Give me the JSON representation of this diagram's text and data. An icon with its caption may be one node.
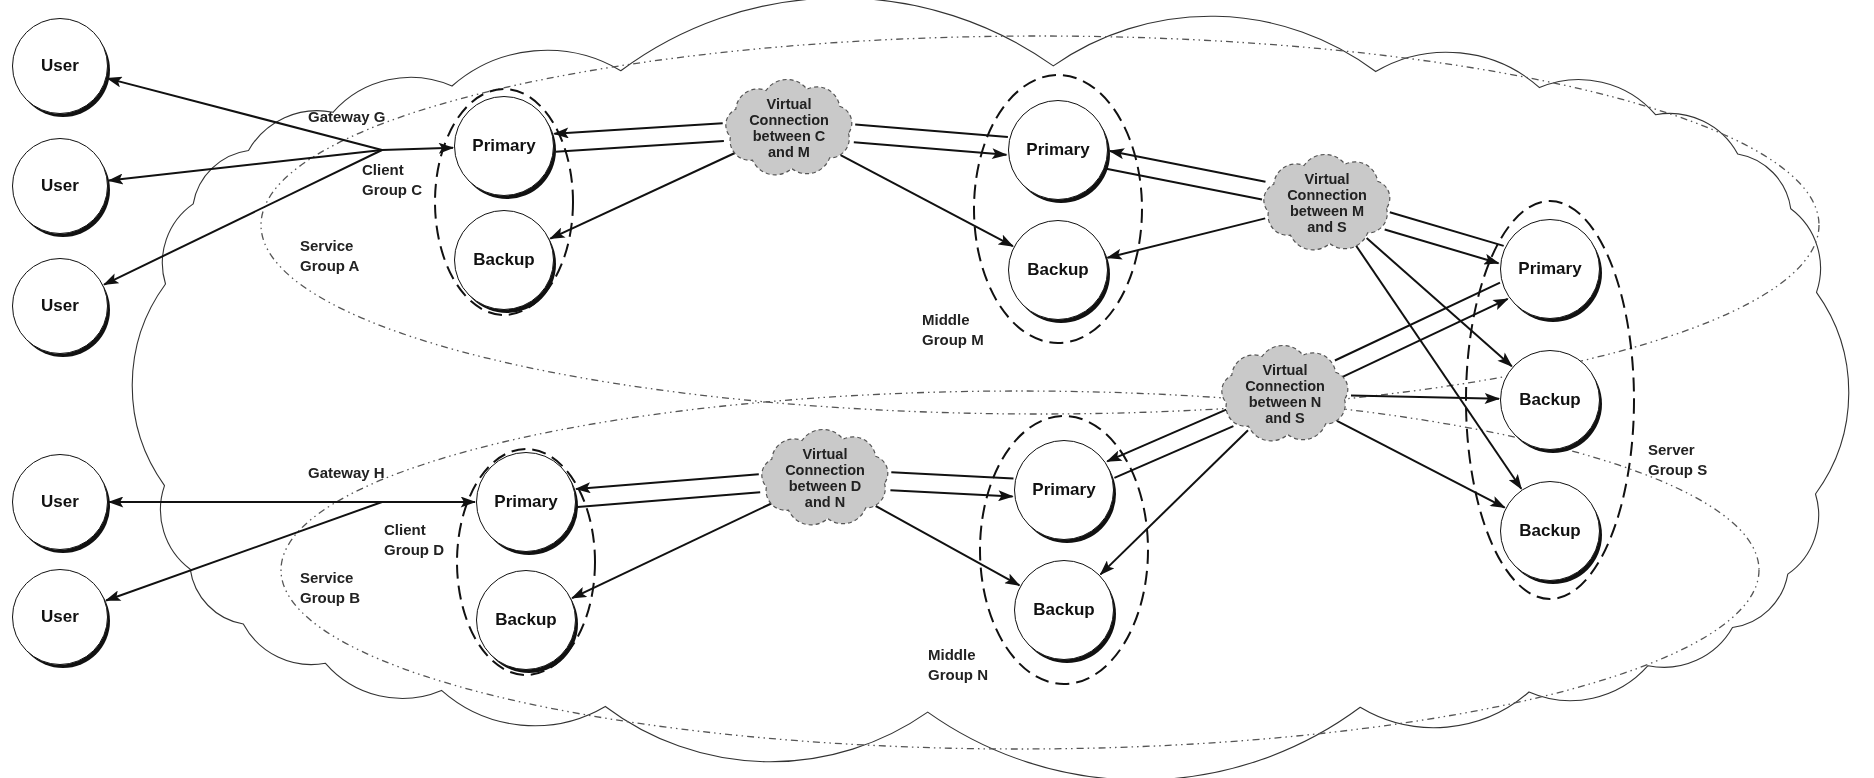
{
  "diagram": {
    "nodes": [
      {
        "text": [
          "User"
        ]
      },
      {
        "text": [
          "User"
        ]
      },
      {
        "text": [
          "User"
        ]
      },
      {
        "text": [
          "User"
        ]
      },
      {
        "text": [
          "User"
        ]
      },
      {
        "text": [
          "Service Group A"
        ]
      },
      {
        "text": [
          "Client Group C"
        ],
        "in": 5
      },
      {
        "text": [
          "Primary"
        ],
        "in": 6
      },
      {
        "text": [
          "Backup"
        ],
        "in": 6
      },
      {
        "text": [
          "Virtual Connection between C and M"
        ],
        "in": 5
      },
      {
        "text": [
          "Middle Group M"
        ],
        "in": 5
      },
      {
        "text": [
          "Primary"
        ],
        "in": 10
      },
      {
        "text": [
          "Backup"
        ],
        "in": 10
      },
      {
        "text": [
          "Virtual Connection between M and S"
        ],
        "in": 5
      },
      {
        "text": [
          "Service Group B"
        ]
      },
      {
        "text": [
          "Client Group D"
        ],
        "in": 14
      },
      {
        "text": [
          "Primary"
        ],
        "in": 15
      },
      {
        "text": [
          "Backup"
        ],
        "in": 15
      },
      {
        "text": [
          "Virtual Connection between D and N"
        ],
        "in": 14
      },
      {
        "text": [
          "Middle Group N"
        ],
        "in": 14
      },
      {
        "text": [
          "Primary"
        ],
        "in": 19
      },
      {
        "text": [
          "Backup"
        ],
        "in": 19
      },
      {
        "text": [
          "Virtual Connection between N and S"
        ]
      },
      {
        "text": [
          "Server Group S"
        ]
      },
      {
        "text": [
          "Primary"
        ]
      },
      {
        "text": [
          "Backup"
        ],
        "in": 23
      },
      {
        "text": [
          "Backup"
        ]
      },
      {
        "text": [
          "Gateway G"
        ]
      },
      {
        "text": [
          "Gateway H"
        ]
      }
    ],
    "edges": [
      {
        "from": 27,
        "to": 0,
        "arrow": "to"
      },
      {
        "from": 27,
        "to": 1,
        "arrow": "to"
      },
      {
        "from": 27,
        "to": 2,
        "arrow": "to"
      },
      {
        "from": 27,
        "to": 7,
        "arrow": "to"
      },
      {
        "from": 28,
        "to": 3,
        "arrow": "to"
      },
      {
        "from": 28,
        "to": 4,
        "arrow": "to"
      },
      {
        "from": 28,
        "to": 16,
        "arrow": "to"
      },
      {
        "from": 11,
        "to": 9,
        "arrow": "none"
      },
      {
        "from": 9,
        "to": 7,
        "arrow": "to"
      },
      {
        "from": 9,
        "to": 8,
        "arrow": "to"
      },
      {
        "from": 7,
        "to": 9,
        "arrow": "none"
      },
      {
        "from": 9,
        "to": 11,
        "arrow": "to"
      },
      {
        "from": 9,
        "to": 12,
        "arrow": "to"
      },
      {
        "from": 13,
        "to": 11,
        "arrow": "to"
      },
      {
        "from": 13,
        "to": 12,
        "arrow": "to"
      },
      {
        "from": 11,
        "to": 13,
        "arrow": "none"
      },
      {
        "from": 24,
        "to": 13,
        "arrow": "none"
      },
      {
        "from": 13,
        "to": 24,
        "arrow": "to"
      },
      {
        "from": 13,
        "to": 25,
        "arrow": "to"
      },
      {
        "from": 13,
        "to": 26,
        "arrow": "to"
      },
      {
        "from": 18,
        "to": 16,
        "arrow": "to"
      },
      {
        "from": 18,
        "to": 17,
        "arrow": "to"
      },
      {
        "from": 16,
        "to": 18,
        "arrow": "none"
      },
      {
        "from": 20,
        "to": 18,
        "arrow": "none"
      },
      {
        "from": 18,
        "to": 20,
        "arrow": "to"
      },
      {
        "from": 18,
        "to": 21,
        "arrow": "to"
      },
      {
        "from": 22,
        "to": 20,
        "arrow": "to"
      },
      {
        "from": 22,
        "to": 21,
        "arrow": "to"
      },
      {
        "from": 20,
        "to": 22,
        "arrow": "none"
      },
      {
        "from": 24,
        "to": 22,
        "arrow": "none"
      },
      {
        "from": 22,
        "to": 24,
        "arrow": "to"
      },
      {
        "from": 22,
        "to": 25,
        "arrow": "to"
      },
      {
        "from": 22,
        "to": 26,
        "arrow": "to"
      }
    ]
  }
}
